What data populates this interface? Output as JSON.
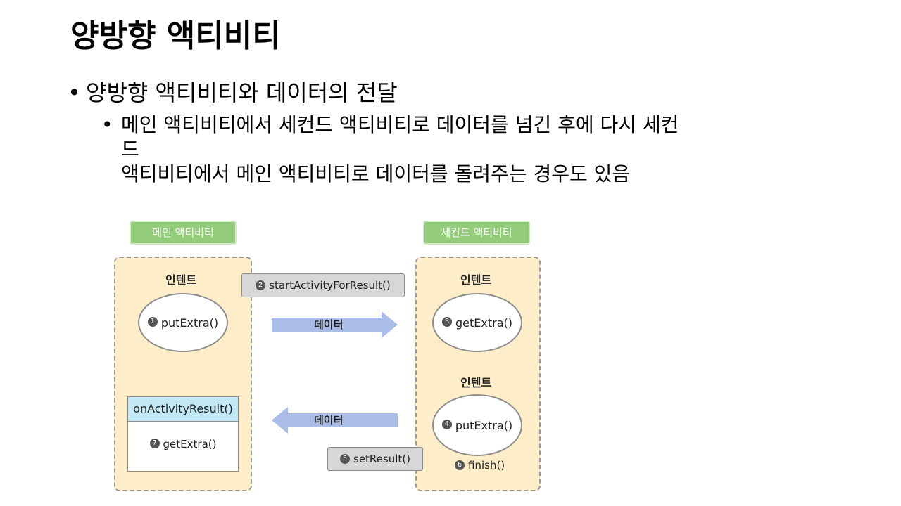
{
  "title": "양방향 액티비티",
  "bullet1": "양방향 액티비티와 데이터의 전달",
  "bullet2_lines": [
    "메인 액티비티에서 세컨드 액티비티로 데이터를 넘긴 후에 다시 세컨",
    "드",
    "액티비티에서 메인 액티비티로 데이터를 돌려주는 경우도 있음"
  ],
  "diagram": {
    "main_tag": "메인 액티비티",
    "second_tag": "세컨드 액티비티",
    "intent_label": "인텐트",
    "data_label": "데이터",
    "step1": {
      "num": "1",
      "text": "putExtra()"
    },
    "step2": {
      "num": "2",
      "text": "startActivityForResult()"
    },
    "step3": {
      "num": "3",
      "text": "getExtra()"
    },
    "step4": {
      "num": "4",
      "text": "putExtra()"
    },
    "step5": {
      "num": "5",
      "text": "setResult()"
    },
    "step6": {
      "num": "6",
      "text": "finish()"
    },
    "step7": {
      "num": "7",
      "text": "getExtra()"
    },
    "result_box_title": "onActivityResult()",
    "colors": {
      "tag": "#93cc7a",
      "panel": "#fdedc8",
      "arrow": "#a9bde6",
      "grey_button": "#d7d7d7",
      "box_head": "#c3e8f6"
    }
  }
}
